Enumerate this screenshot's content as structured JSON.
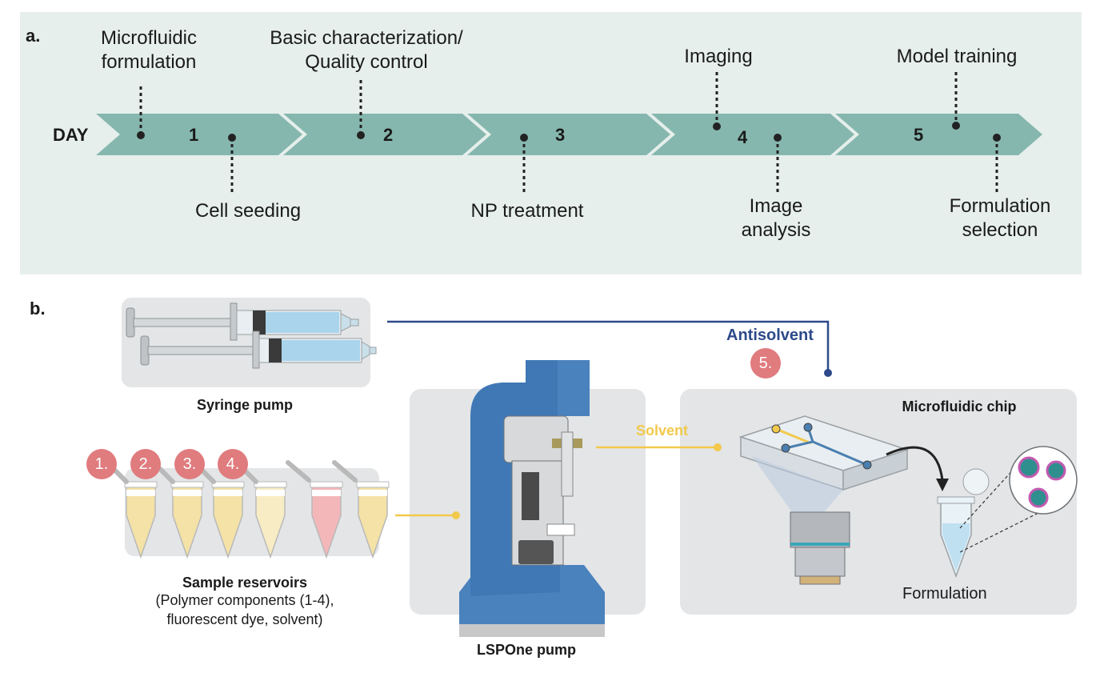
{
  "panel_a": {
    "label": "a.",
    "day_word": "DAY",
    "day_numbers": [
      "1",
      "2",
      "3",
      "4",
      "5"
    ],
    "events_top": {
      "microfluidic_formulation": [
        "Microfluidic",
        "formulation"
      ],
      "characterization": [
        "Basic characterization/",
        "Quality control"
      ],
      "imaging": [
        "Imaging"
      ],
      "model_training": [
        "Model training"
      ]
    },
    "events_bottom": {
      "cell_seeding": [
        "Cell seeding"
      ],
      "np_treatment": [
        "NP treatment"
      ],
      "image_analysis": [
        "Image",
        "analysis"
      ],
      "formulation_selection": [
        "Formulation",
        "selection"
      ]
    }
  },
  "panel_b": {
    "label": "b.",
    "syringe_pump": "Syringe pump",
    "sample_reservoirs": "Sample reservoirs",
    "reservoirs_detail": [
      "(Polymer components (1-4),",
      "fluorescent dye, solvent)"
    ],
    "lspone_pump": "LSPOne pump",
    "microfluidic_chip": "Microfluidic chip",
    "formulation": "Formulation",
    "antisolvent": "Antisolvent",
    "solvent": "Solvent",
    "badges": [
      "1.",
      "2.",
      "3.",
      "4.",
      "5."
    ]
  },
  "colors": {
    "timeline_bg": "#e6efec",
    "arrow": "#86b7ae",
    "antisolvent": "#2d4a8a",
    "solvent": "#f2c94c",
    "badge": "#e07b7e",
    "panel_gray": "#e3e5e6",
    "pump_blue": "#3f78b5"
  }
}
